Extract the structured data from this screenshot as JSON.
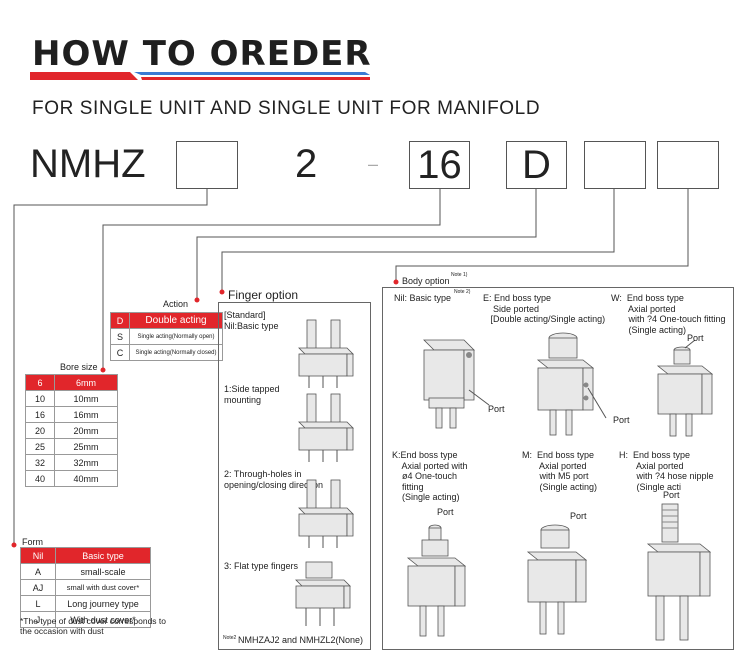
{
  "header": {
    "title": "HOW TO OREDER",
    "subtitle": "FOR SINGLE UNIT AND SINGLE UNIT FOR MANIFOLD"
  },
  "code": {
    "prefix": "NMHZ",
    "num": "2",
    "dash": "–",
    "bore": "16",
    "action": "D"
  },
  "action": {
    "label": "Action",
    "rows": [
      [
        "D",
        "Double acting"
      ],
      [
        "S",
        "Single acting(Normally open)"
      ],
      [
        "C",
        "Single acting(Normally closed)"
      ]
    ]
  },
  "bore": {
    "label": "Bore size",
    "rows": [
      [
        "6",
        "6mm"
      ],
      [
        "10",
        "10mm"
      ],
      [
        "16",
        "16mm"
      ],
      [
        "20",
        "20mm"
      ],
      [
        "25",
        "25mm"
      ],
      [
        "32",
        "32mm"
      ],
      [
        "40",
        "40mm"
      ]
    ]
  },
  "form": {
    "label": "Form",
    "rows": [
      [
        "Nil",
        "Basic type"
      ],
      [
        "A",
        "small-scale"
      ],
      [
        "AJ",
        "small with dust cover*"
      ],
      [
        "L",
        "Long journey type"
      ],
      [
        "J",
        "With dust cover*"
      ]
    ],
    "note": "*The type of dust cover corresponds to the occasion with dust"
  },
  "finger": {
    "title": "Finger option",
    "std": "[Standard]",
    "nil": "Nil:Basic type",
    "o1": "1:Side tapped mounting",
    "o2": "2: Through-holes in opening/closing direction",
    "o3": "3: Flat type fingers",
    "note_sup": "Note2",
    "note": "NMHZAJ2 and NMHZL2(None)"
  },
  "body": {
    "title": "Body option",
    "title_sup": "Note 1)",
    "nil": "Nil: Basic type",
    "nil_sup": "Note 2)",
    "e": "E: End boss type\n    Side ported\n   [Double acting/Single acting)",
    "w": "W:  End boss type\n       Axial ported\n       with ?4 One-touch fitting\n       (Single acting)",
    "k": "K:End boss type\n    Axial ported with\n    ø4 One-touch\n    fitting\n    (Single acting)",
    "m": "M:  End boss type\n       Axial ported\n       with M5 port\n       (Single acting)",
    "h": "H:  End boss type\n       Axial ported\n       with ?4 hose nipple\n       (Single acti",
    "port": "Port"
  },
  "colors": {
    "accent": "#e1262b",
    "blue": "#3a7bd5"
  }
}
